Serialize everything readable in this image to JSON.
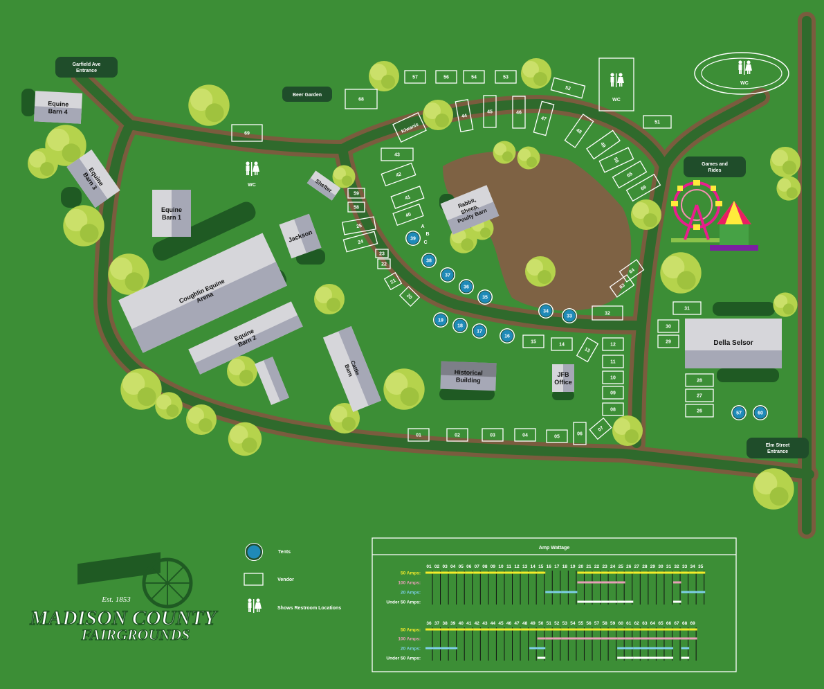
{
  "colors": {
    "grass": "#3c8e36",
    "road": "#2f6a2c",
    "road_edge": "#7a5c3e",
    "dirt": "#7e6244",
    "tree": "#b5d34c",
    "bush": "#1f5a23",
    "building_light": "#d6d6da",
    "building_dark": "#a6a8b6",
    "label_bg": "#1f4d2a",
    "tent": "#1f8ab8",
    "amp50": "#f5ec2a",
    "amp100": "#e8a0b8",
    "amp20": "#7ecfe8",
    "ampUnder": "#ffffff"
  },
  "signs": {
    "garfield": [
      "Garfield Ave",
      "Entrance"
    ],
    "beer_garden": "Beer Garden",
    "games_rides": [
      "Games and",
      "Rides"
    ],
    "elm_street": [
      "Elm Street",
      "Entrance"
    ]
  },
  "buildings": {
    "equine4": [
      "Equine",
      "Barn 4"
    ],
    "equine3": [
      "Equine",
      "Barn 3"
    ],
    "equine1": [
      "Equine",
      "Barn 1"
    ],
    "coughlin": [
      "Coughlin Equine",
      "Arena"
    ],
    "equine2": [
      "Equine",
      "Barn 2"
    ],
    "jackson": "Jackson",
    "shelter": "Shelter",
    "cattle": [
      "Cattle",
      "Barn"
    ],
    "historical": [
      "Historical",
      "Building"
    ],
    "rabbit": [
      "Rabbit,",
      "Sheep,",
      "Poulty Barn"
    ],
    "jfb": [
      "JFB",
      "Office"
    ],
    "della": "Della Selsor",
    "kiwanis": "Kiwanis"
  },
  "wc_label": "WC",
  "abc_labels": [
    "A",
    "B",
    "C"
  ],
  "vendors": [
    "01",
    "02",
    "03",
    "04",
    "05",
    "06",
    "07",
    "08",
    "09",
    "10",
    "11",
    "12",
    "13",
    "14",
    "15",
    "20",
    "21",
    "22",
    "23",
    "24",
    "25",
    "26",
    "27",
    "28",
    "29",
    "30",
    "31",
    "32",
    "40",
    "41",
    "42",
    "43",
    "44",
    "45",
    "46",
    "47",
    "48",
    "49",
    "50",
    "51",
    "52",
    "53",
    "54",
    "56",
    "57",
    "58",
    "59",
    "63",
    "64",
    "65",
    "66",
    "68",
    "69"
  ],
  "tents": [
    "16",
    "17",
    "18",
    "19",
    "33",
    "34",
    "35",
    "36",
    "37",
    "38",
    "39",
    "57",
    "60"
  ],
  "legend": {
    "tents": "Tents",
    "vendor": "Vendor",
    "restroom": "Shows Restroom Locations"
  },
  "logo": {
    "est": "Est. 1853",
    "line1": "MADISON COUNTY",
    "line2": "FAIRGROUNDS"
  },
  "amp": {
    "title": "Amp Wattage",
    "row_labels": [
      "50 Amps:",
      "100 Amps:",
      "20 Amps:",
      "Under 50 Amps:"
    ],
    "top_numbers": [
      "01",
      "02",
      "03",
      "04",
      "05",
      "06",
      "07",
      "08",
      "09",
      "10",
      "11",
      "12",
      "13",
      "14",
      "15",
      "16",
      "17",
      "18",
      "19",
      "20",
      "21",
      "22",
      "23",
      "24",
      "25",
      "26",
      "27",
      "28",
      "29",
      "30",
      "31",
      "32",
      "33",
      "34",
      "35"
    ],
    "bottom_numbers": [
      "36",
      "37",
      "38",
      "39",
      "40",
      "41",
      "42",
      "43",
      "44",
      "45",
      "46",
      "47",
      "48",
      "49",
      "50",
      "51",
      "52",
      "53",
      "54",
      "55",
      "56",
      "57",
      "58",
      "59",
      "60",
      "61",
      "62",
      "63",
      "64",
      "65",
      "66",
      "67",
      "68",
      "69"
    ],
    "top": {
      "50": [
        "01",
        "02",
        "03",
        "04",
        "05",
        "06",
        "07",
        "08",
        "09",
        "10",
        "11",
        "12",
        "13",
        "14",
        "15",
        "20",
        "21",
        "22",
        "23",
        "24",
        "25",
        "26",
        "27",
        "28",
        "29",
        "30",
        "31",
        "32",
        "33",
        "34",
        "35"
      ],
      "100": [
        "20",
        "21",
        "22",
        "23",
        "24",
        "25",
        "32"
      ],
      "20": [
        "16",
        "17",
        "18",
        "19",
        "33",
        "34",
        "35"
      ],
      "under": [
        "20",
        "21",
        "22",
        "23",
        "24",
        "25",
        "26",
        "32"
      ]
    },
    "bottom": {
      "50": [
        "36",
        "37",
        "38",
        "39",
        "40",
        "41",
        "42",
        "43",
        "44",
        "45",
        "46",
        "47",
        "48",
        "49",
        "50",
        "51",
        "52",
        "53",
        "54",
        "55",
        "56",
        "57",
        "58",
        "59",
        "60",
        "61",
        "62",
        "63",
        "64",
        "65",
        "66",
        "67",
        "68",
        "69"
      ],
      "100": [
        "50",
        "51",
        "52",
        "53",
        "54",
        "55",
        "56",
        "57",
        "58",
        "59",
        "60",
        "61",
        "62",
        "63",
        "64",
        "65",
        "66",
        "67",
        "68",
        "69"
      ],
      "20": [
        "36",
        "37",
        "38",
        "39",
        "49",
        "50",
        "60",
        "61",
        "62",
        "63",
        "64",
        "65",
        "66",
        "68"
      ],
      "under": [
        "50",
        "60",
        "61",
        "62",
        "63",
        "64",
        "65",
        "66",
        "68"
      ]
    }
  }
}
